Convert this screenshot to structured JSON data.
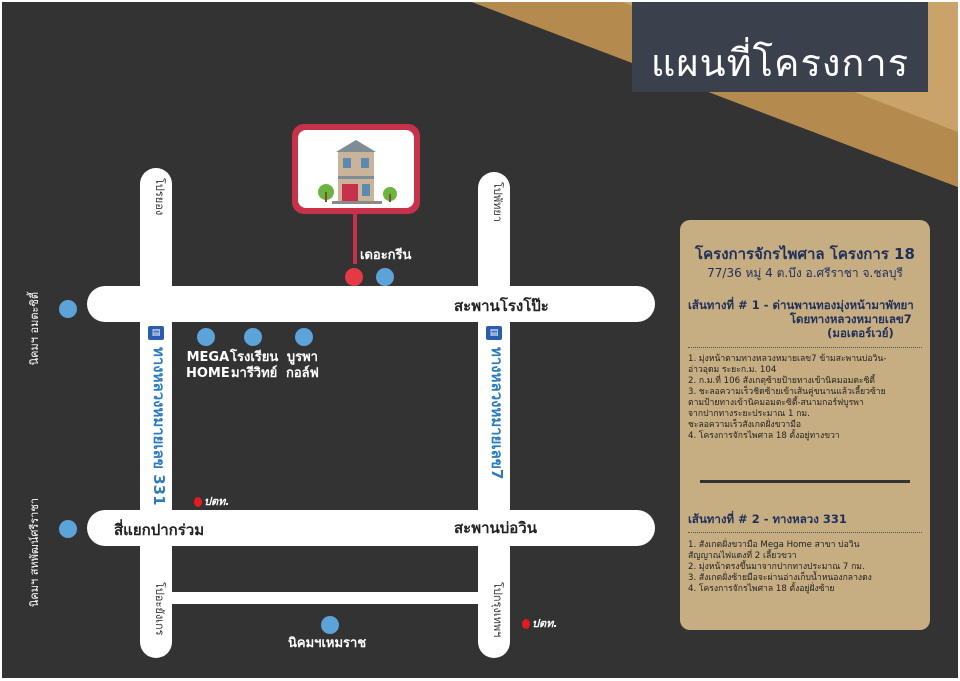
{
  "title": "แผนที่โครงการ",
  "roads": {
    "left_top": "โปรยอง",
    "left_bottom": "โปอะยังเกร",
    "right_top": "โปพัทยา",
    "right_bottom": "โปกรุงเทพฯ",
    "left_highway": "ทางหลวงหมายเลข 331",
    "right_highway": "ทางหลวงหมายเลข7",
    "top_road": "สะพานโรงโป๊ะ",
    "middle_left": "สี่แยกปากร่วม",
    "middle_right": "สะพานบ่อวิน"
  },
  "places": {
    "dertgreen": "เดอะกรีน",
    "mega_home": [
      "MEGA",
      "HOME"
    ],
    "school": [
      "โรงเรียน",
      "มารีวิทย์"
    ],
    "golf": [
      "บูรพา",
      "กอล์ฟ"
    ],
    "left_top_estate": [
      "นิคมฯ",
      "อมตะซิตี้"
    ],
    "left_bottom_estate": [
      "นิคมฯ",
      "สหพัฒน์ศรีราชา"
    ],
    "bottom_estate": "นิคมฯเหมราช",
    "ptt_1": "ปตท.",
    "ptt_2": "ปตท."
  },
  "panel": {
    "project": "โครงการจักรไพศาล โครงการ 18",
    "address": "77/36 หมู่ 4 ต.บึง อ.ศรีราชา  จ.ชลบุรี",
    "route1_heading": [
      "เส้นทางที่ # 1 - ด่านพานทองมุ่งหน้ามาพัทยา",
      "โดยทางหลวงหมายเลข7",
      "(มอเตอร์เวย์)"
    ],
    "route1_steps": [
      "1. มุ่งหน้าตามทางหลวงหมายเลข7 ข้ามสะพานบ่อวิน-",
      "    อ่าวอุดม ระยะก.ม. 104",
      "2. ก.ม.ที่ 106 สังเกตุซ้ายป้ายทางเข้านิคมอมตะซิตี้",
      "3. ชะลอความเร็วชิดซ้ายเข้าเส้นคู่ขนานแล้วเลี้ยวซ้าย",
      "    ตามป้ายทางเข้านิคมอมตะซิตี้-สนามกอร์ฟบูรพา",
      "    จากปากทางระยะประมาณ 1 กม.",
      "    ชะลอความเร็วสังเกตฝั่งขวามือ",
      "4. โครงการจักรไพศาล 18 ตั้งอยู่ทางขวา"
    ],
    "route2_heading": "เส้นทางที่ # 2 - ทางหลวง 331",
    "route2_steps": [
      "1. สังเกตฝั่งขวามือ Mega Home สาขา บ่อวิน",
      "    สัญญาณไฟแดงที่ 2 เลี้ยวขวา",
      "2. มุ่งหน้าตรงขึ้นมาจากปากทางประมาณ 7 กม.",
      "3. สังเกตฝั่งซ้ายมือจะผ่านอ่างเก็บน้ำหนองกลางดง",
      "4. โครงการจักรไพศาล 18 ตั้งอยู่ฝั่งซ้าย"
    ]
  },
  "colors": {
    "background": "#333333",
    "gold": "#c9a36a",
    "title_box": "#3a404c",
    "panel": "#c7ae82",
    "pin": "#c7324a",
    "dot": "#5ba3d8"
  }
}
